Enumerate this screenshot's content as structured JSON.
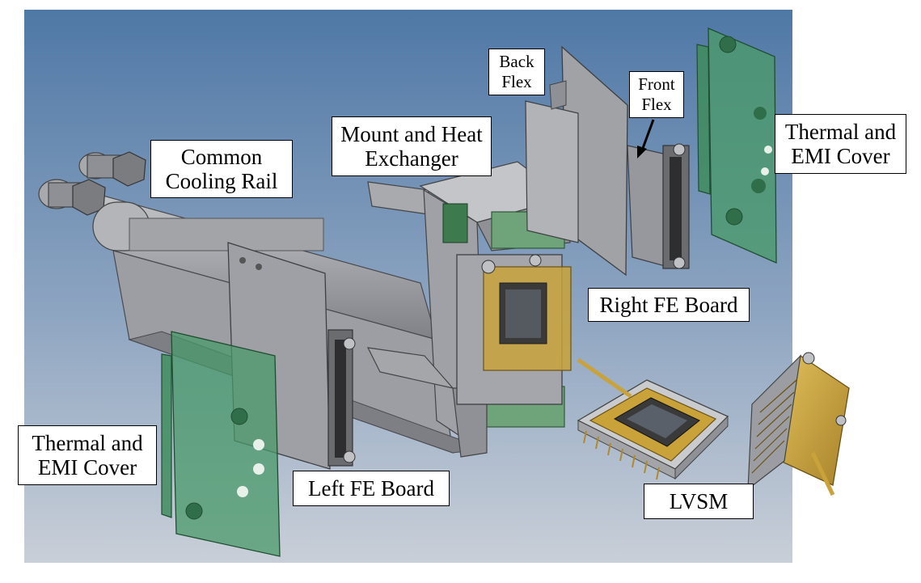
{
  "labels": {
    "common_cooling_rail": [
      "Common",
      "Cooling Rail"
    ],
    "mount_heat_exchanger": [
      "Mount and Heat",
      "Exchanger"
    ],
    "back_flex": [
      "Back",
      "Flex"
    ],
    "front_flex": [
      "Front",
      "Flex"
    ],
    "thermal_emi_cover_right": [
      "Thermal and",
      "EMI Cover"
    ],
    "right_fe_board": [
      "Right FE Board"
    ],
    "thermal_emi_cover_left": [
      "Thermal and",
      "EMI Cover"
    ],
    "left_fe_board": [
      "Left FE Board"
    ],
    "lvsm": [
      "LVSM"
    ]
  },
  "colors": {
    "background_top": "#4f78a6",
    "background_bottom": "#c9cfd8",
    "metal": "#9a9ca0",
    "metal_dark": "#6c6e72",
    "green_cover": "#3f8c5e",
    "gold": "#c9a23a",
    "sensor": "#3a3a3a"
  }
}
